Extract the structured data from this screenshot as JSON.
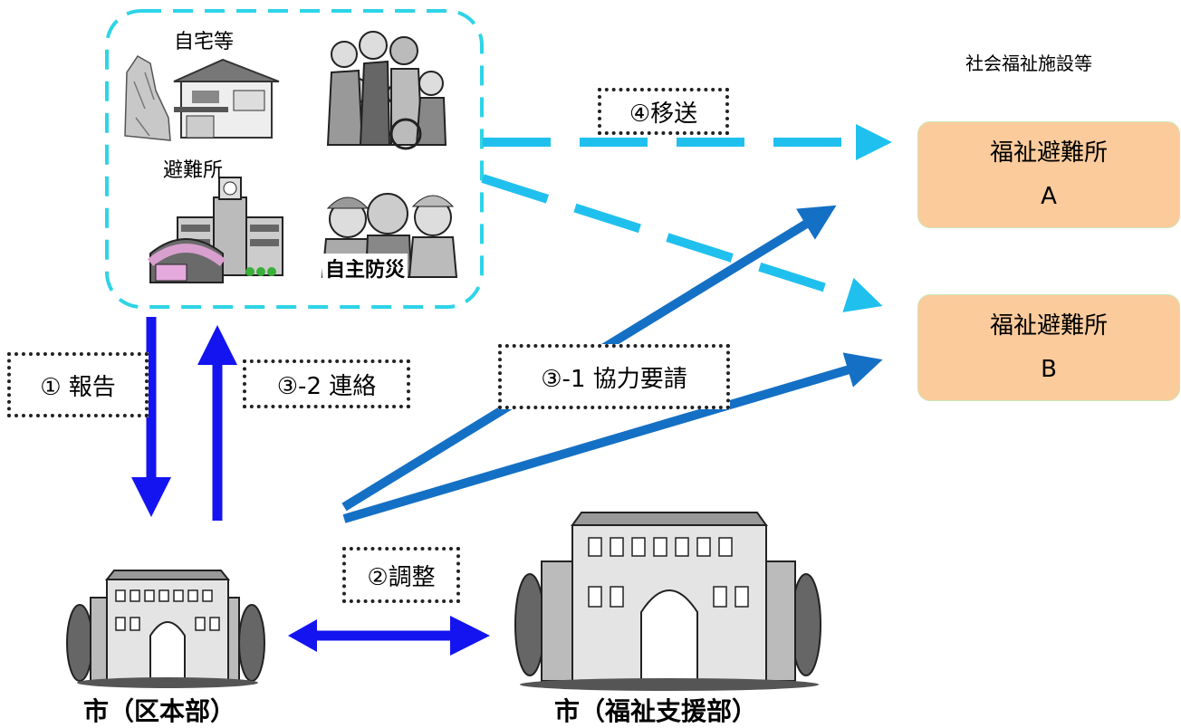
{
  "source_group": {
    "home_label": "自宅等",
    "shelter_label": "避難所",
    "disaster_prevention_label": "自主防災"
  },
  "facilities": {
    "header": "社会福祉施設等",
    "a": {
      "title": "福祉避難所",
      "letter": "A"
    },
    "b": {
      "title": "福祉避難所",
      "letter": "B"
    }
  },
  "steps": {
    "report": "① 報告",
    "adjust": "②調整",
    "request": "③-1 協力要請",
    "contact": "③-2 連絡",
    "transfer": "④移送"
  },
  "offices": {
    "ward": "市（区本部）",
    "welfare": "市（福祉支援部）"
  },
  "colors": {
    "dashed_border": "#2ed4e6",
    "light_arrow": "#20c0ee",
    "mid_arrow": "#1470c4",
    "dark_arrow": "#1414f0",
    "facility_fill": "#fbcb9c"
  }
}
